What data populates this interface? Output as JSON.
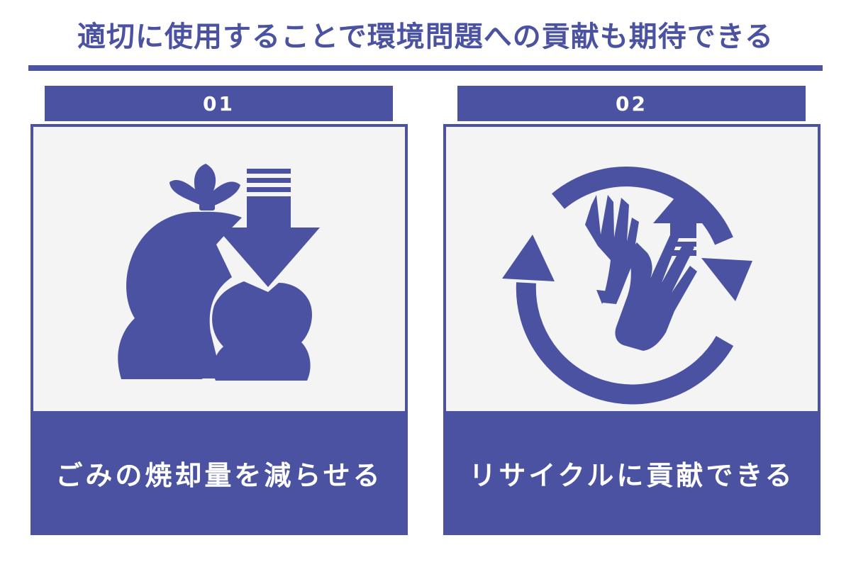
{
  "title": "適切に使用することで環境問題への貢献も期待できる",
  "colors": {
    "accent": "#4a52a1",
    "panel": "#f4f4f4",
    "background": "#ffffff"
  },
  "cards": [
    {
      "number": "01",
      "caption": "ごみの焼却量を減らせる",
      "icon": "garbage-bags-down-arrow-icon"
    },
    {
      "number": "02",
      "caption": "リサイクルに貢献できる",
      "icon": "gloves-recycle-cycle-icon"
    }
  ]
}
